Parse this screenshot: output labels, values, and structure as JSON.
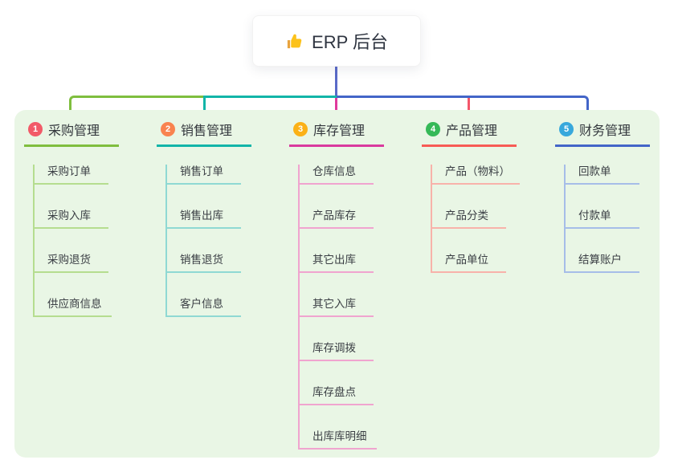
{
  "root": {
    "label": "ERP 后台",
    "icon": "thumbs-up-icon",
    "icon_colors": {
      "thumb": "#fcc21b",
      "cuff": "#e8a33d"
    }
  },
  "canvas": {
    "page_bg": "#ffffff",
    "panel_bg": "#e9f6e5"
  },
  "connector": {
    "trunk_color": "#5a6ac8"
  },
  "branches": [
    {
      "num": "1",
      "label": "采购管理",
      "badge_color": "#f25a68",
      "line_color": "#7fbe3e",
      "child_line_color": "#b5dd8f",
      "drop_color": "#7fbe3e",
      "children": [
        "采购订单",
        "采购入库",
        "采购退货",
        "供应商信息"
      ]
    },
    {
      "num": "2",
      "label": "销售管理",
      "badge_color": "#f9834f",
      "line_color": "#12b5a8",
      "child_line_color": "#8fd9d3",
      "drop_color": "#12b5a8",
      "children": [
        "销售订单",
        "销售出库",
        "销售退货",
        "客户信息"
      ]
    },
    {
      "num": "3",
      "label": "库存管理",
      "badge_color": "#fbb117",
      "line_color": "#d93a9e",
      "child_line_color": "#f0a4cf",
      "drop_color": "#e0399d",
      "children": [
        "仓库信息",
        "产品库存",
        "其它出库",
        "其它入库",
        "库存调拨",
        "库存盘点",
        "出库库明细"
      ]
    },
    {
      "num": "4",
      "label": "产品管理",
      "badge_color": "#35b957",
      "line_color": "#f75b55",
      "child_line_color": "#f8b2aa",
      "drop_color": "#f4566a",
      "children": [
        "产品（物料）",
        "产品分类",
        "产品单位"
      ]
    },
    {
      "num": "5",
      "label": "财务管理",
      "badge_color": "#38a8dc",
      "line_color": "#4365c8",
      "child_line_color": "#a6bde8",
      "drop_color": "#4365c8",
      "children": [
        "回款单",
        "付款单",
        "结算账户"
      ]
    }
  ]
}
